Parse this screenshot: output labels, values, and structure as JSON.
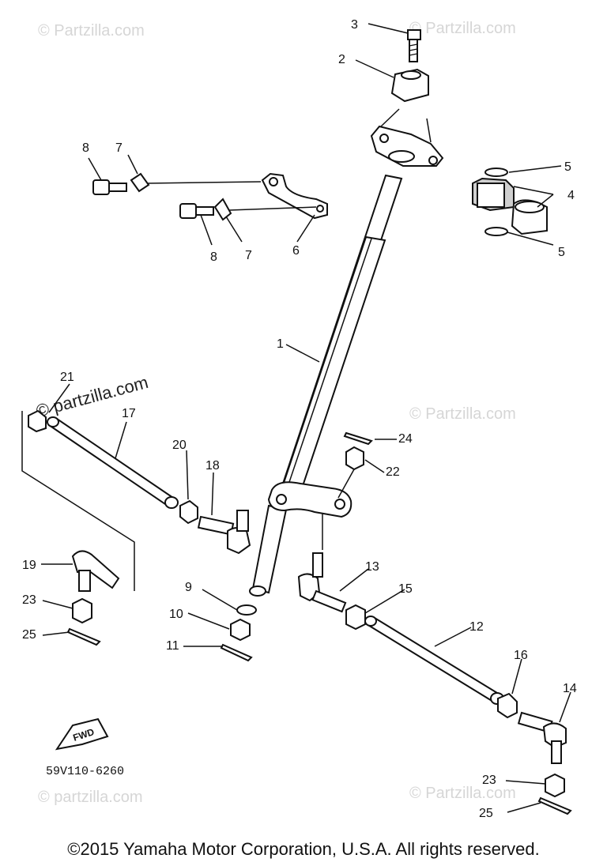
{
  "watermarks": {
    "partzilla": "© Partzilla.com",
    "partzilla_lower": "© partzilla.com"
  },
  "diagram_code": "59V110-6260",
  "fwd_label": "FWD",
  "callouts": {
    "c1": "1",
    "c2": "2",
    "c3": "3",
    "c4": "4",
    "c5a": "5",
    "c5b": "5",
    "c6": "6",
    "c7a": "7",
    "c7b": "7",
    "c8a": "8",
    "c8b": "8",
    "c9": "9",
    "c10": "10",
    "c11": "11",
    "c12": "12",
    "c13": "13",
    "c14": "14",
    "c15": "15",
    "c16": "16",
    "c17": "17",
    "c18": "18",
    "c19": "19",
    "c20": "20",
    "c21": "21",
    "c22": "22",
    "c23a": "23",
    "c23b": "23",
    "c24": "24",
    "c25a": "25",
    "c25b": "25"
  },
  "copyright": "©2015 Yamaha Motor Corporation, U.S.A. All rights reserved."
}
